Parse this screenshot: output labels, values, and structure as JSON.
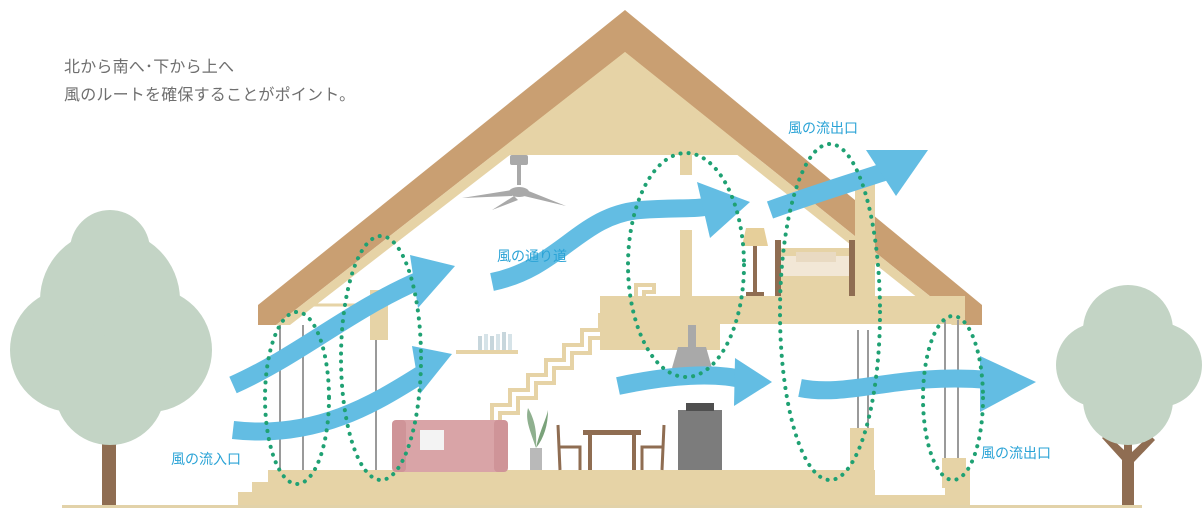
{
  "caption": {
    "line1": "北から南へ･下から上へ",
    "line2": "風のルートを確保することがポイント。"
  },
  "labels": {
    "wind_inlet": "風の流入口",
    "wind_path": "風の通り道",
    "wind_outlet_upper": "風の流出口",
    "wind_outlet_right": "風の流出口"
  },
  "colors": {
    "roof": "#c99f72",
    "wall": "#e6d3a6",
    "wind_arrow": "#63bde3",
    "outline_dots": "#1fa173",
    "tree_foliage": "#c3d4c5",
    "tree_trunk": "#8f6d52",
    "sofa": "#d9a4a7",
    "label_text": "#2aa3d6",
    "caption_text": "#6f6f6f"
  },
  "icons": [
    "tree-icon",
    "ceiling-fan-icon",
    "sofa-icon",
    "plant-icon",
    "table-icon",
    "chair-icon",
    "bed-icon",
    "lamp-icon",
    "stove-icon",
    "range-hood-icon",
    "staircase-icon",
    "shelf-icon"
  ]
}
